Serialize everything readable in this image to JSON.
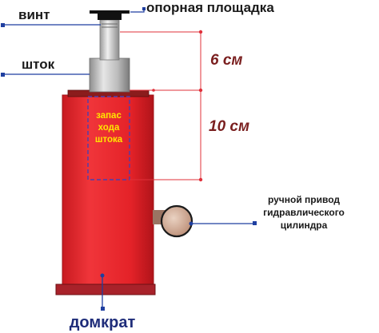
{
  "labels": {
    "screw": "винт",
    "support_pad": "опорная площадка",
    "rod": "шток",
    "dim_upper": "6 см",
    "dim_lower": "10 см",
    "stroke_reserve": [
      "запас",
      "хода",
      "штока"
    ],
    "manual_drive": [
      "ручной привод",
      "гидравлического",
      "цилиндра"
    ],
    "jack": "домкрат"
  },
  "colors": {
    "cylinder": "#e8242a",
    "cylinder_edge": "#a01418",
    "cap": "#8b1c1c",
    "rod": "#c8c8c8",
    "screw": "#cfcfcf",
    "pad": "#111111",
    "leader": "#1f3fa0",
    "dimension": "#e0303a",
    "gauge": "#c49a84",
    "text_dark": "#1a1a1a",
    "text_brown": "#7a1f1f",
    "text_yellow": "#ffe600",
    "text_navy": "#1f2d7a"
  }
}
